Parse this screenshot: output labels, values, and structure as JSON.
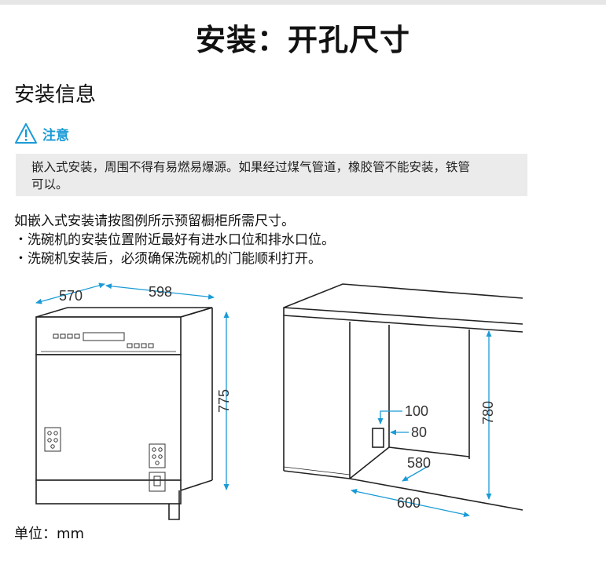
{
  "page": {
    "title": "安装：开孔尺寸",
    "section_title": "安装信息",
    "notice_label": "注意",
    "notice_line1": "嵌入式安装，周围不得有易燃易爆源。如果经过煤气管道，橡胶管不能安装，铁管",
    "notice_line2": "可以。",
    "body_line1": "如嵌入式安装请按图例所示预留橱柜所需尺寸。",
    "body_line2": "・洗碗机的安装位置附近最好有进水口位和排水口位。",
    "body_line3": "・洗碗机安装后，必须确保洗碗机的门能顺利打开。",
    "unit_label": "单位：mm"
  },
  "diagram": {
    "dishwasher": {
      "depth": "570",
      "width": "598",
      "height": "775"
    },
    "cabinet": {
      "pipe_height_100": "100",
      "pipe_height_80": "80",
      "depth": "580",
      "width": "600",
      "height": "780"
    }
  },
  "colors": {
    "accent": "#1a9bd7",
    "notice_bg": "#ebebeb",
    "line": "#222222"
  }
}
